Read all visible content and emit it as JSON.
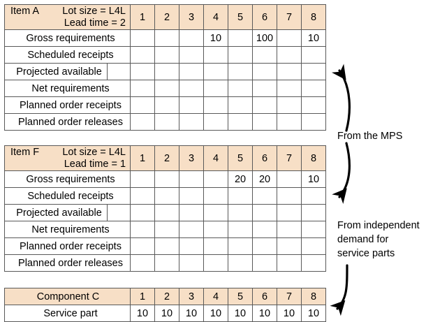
{
  "diagram": {
    "title_color": "#F7DFC6",
    "tables": [
      {
        "id": "item-a",
        "item_label": "Item A",
        "lot_size": "Lot size = L4L",
        "lead_time": "Lead time = 2",
        "periods": [
          "1",
          "2",
          "3",
          "4",
          "5",
          "6",
          "7",
          "8"
        ],
        "rows": [
          {
            "label": "Gross requirements",
            "values": [
              "",
              "",
              "",
              "10",
              "",
              "100",
              "",
              "10"
            ]
          },
          {
            "label": "Scheduled receipts",
            "values": [
              "",
              "",
              "",
              "",
              "",
              "",
              "",
              ""
            ]
          },
          {
            "label": "Projected available",
            "values": [
              "",
              "",
              "",
              "",
              "",
              "",
              "",
              ""
            ],
            "has_onhand_cell": true,
            "onhand": ""
          },
          {
            "label": "Net requirements",
            "values": [
              "",
              "",
              "",
              "",
              "",
              "",
              "",
              ""
            ]
          },
          {
            "label": "Planned order receipts",
            "values": [
              "",
              "",
              "",
              "",
              "",
              "",
              "",
              ""
            ]
          },
          {
            "label": "Planned order releases",
            "values": [
              "",
              "",
              "",
              "",
              "",
              "",
              "",
              ""
            ]
          }
        ]
      },
      {
        "id": "item-f",
        "item_label": "Item F",
        "lot_size": "Lot size = L4L",
        "lead_time": "Lead time = 1",
        "periods": [
          "1",
          "2",
          "3",
          "4",
          "5",
          "6",
          "7",
          "8"
        ],
        "rows": [
          {
            "label": "Gross requirements",
            "values": [
              "",
              "",
              "",
              "",
              "20",
              "20",
              "",
              "10"
            ]
          },
          {
            "label": "Scheduled receipts",
            "values": [
              "",
              "",
              "",
              "",
              "",
              "",
              "",
              ""
            ]
          },
          {
            "label": "Projected available",
            "values": [
              "",
              "",
              "",
              "",
              "",
              "",
              "",
              ""
            ],
            "has_onhand_cell": true,
            "onhand": ""
          },
          {
            "label": "Net requirements",
            "values": [
              "",
              "",
              "",
              "",
              "",
              "",
              "",
              ""
            ]
          },
          {
            "label": "Planned order receipts",
            "values": [
              "",
              "",
              "",
              "",
              "",
              "",
              "",
              ""
            ]
          },
          {
            "label": "Planned order releases",
            "values": [
              "",
              "",
              "",
              "",
              "",
              "",
              "",
              ""
            ]
          }
        ]
      },
      {
        "id": "component-c",
        "item_label": "Component C",
        "periods": [
          "1",
          "2",
          "3",
          "4",
          "5",
          "6",
          "7",
          "8"
        ],
        "rows": [
          {
            "label": "Service part",
            "values": [
              "10",
              "10",
              "10",
              "10",
              "10",
              "10",
              "10",
              "10"
            ]
          }
        ]
      }
    ],
    "annotations": [
      {
        "id": "from-the-mps",
        "text": "From the MPS"
      },
      {
        "id": "from-independent-demand",
        "text": "From independent\ndemand for\nservice parts"
      }
    ]
  }
}
